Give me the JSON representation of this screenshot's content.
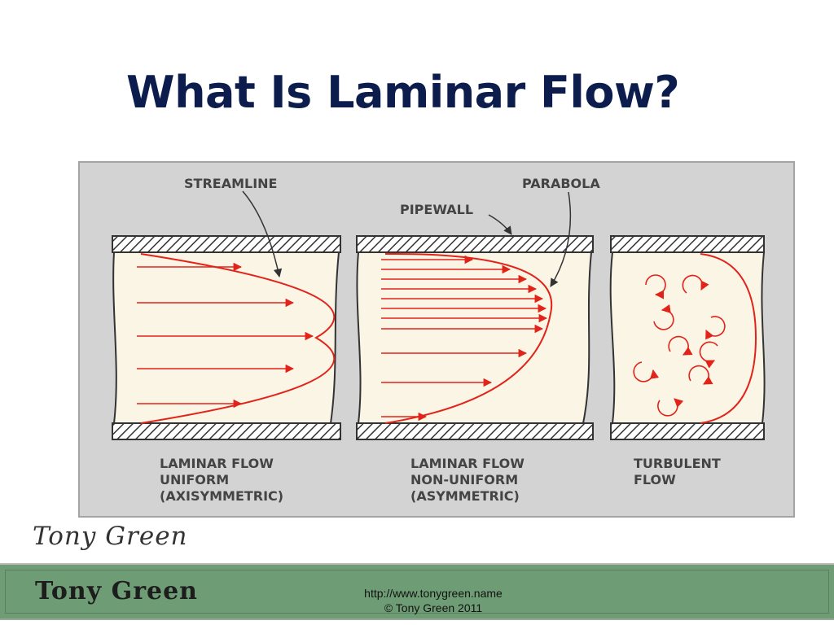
{
  "slide": {
    "title": "What Is Laminar Flow?"
  },
  "diagram": {
    "callouts": {
      "streamline": "STREAMLINE",
      "parabola": "PARABOLA",
      "pipewall": "PIPEWALL"
    },
    "panels": [
      {
        "caption": [
          "LAMINAR FLOW",
          "UNIFORM",
          "(AXISYMMETRIC)"
        ]
      },
      {
        "caption": [
          "LAMINAR FLOW",
          "NON-UNIFORM",
          "(ASYMMETRIC)"
        ]
      },
      {
        "caption": [
          "TURBULENT",
          "FLOW"
        ]
      }
    ],
    "colors": {
      "panel_bg": "#d3d3d3",
      "fluid": "#fbf5e6",
      "flow": "#e2231a",
      "label": "#444444",
      "wall": "#333333"
    }
  },
  "signature": {
    "text": "Tony Green"
  },
  "footer": {
    "name": "Tony Green",
    "url": "http://www.tonygreen.name",
    "copyright": "© Tony Green 2011"
  }
}
